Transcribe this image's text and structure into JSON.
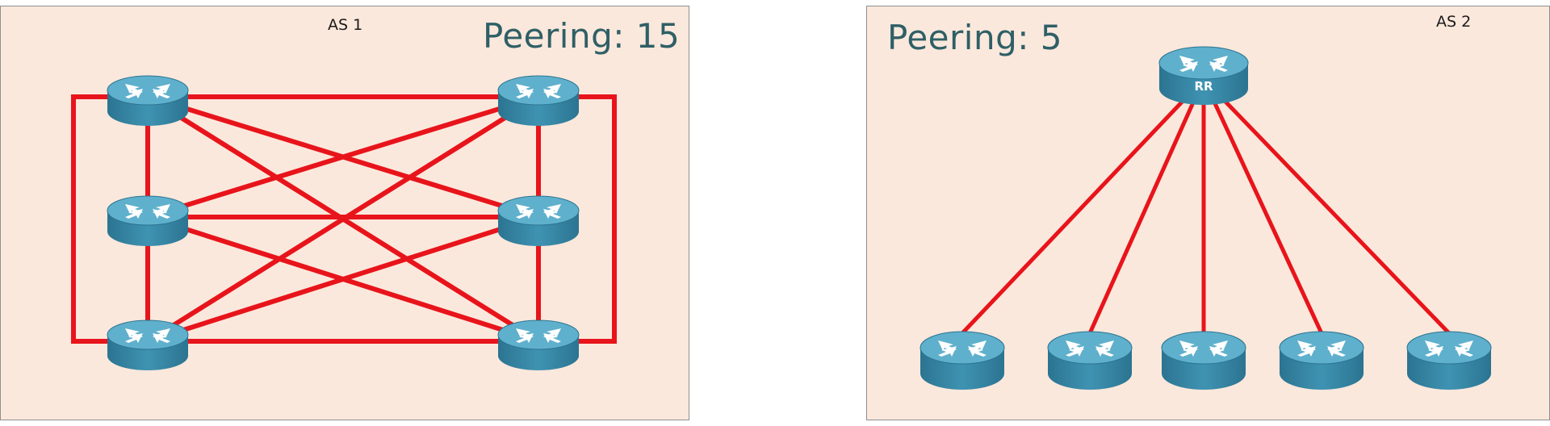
{
  "panels": {
    "as1": {
      "as_label": "AS 1",
      "peering_label": "Peering: 15"
    },
    "as2": {
      "as_label": "AS 2",
      "peering_label": "Peering: 5",
      "route_reflector_label": "RR"
    }
  },
  "colors": {
    "panel_background": "#fbe8dc",
    "link": "#e8141b",
    "peering_text": "#2f5f66",
    "router_top": "#5aaac6",
    "router_side": "#2f7f9c"
  },
  "icons": [
    "router-icon",
    "route-reflector-icon"
  ]
}
